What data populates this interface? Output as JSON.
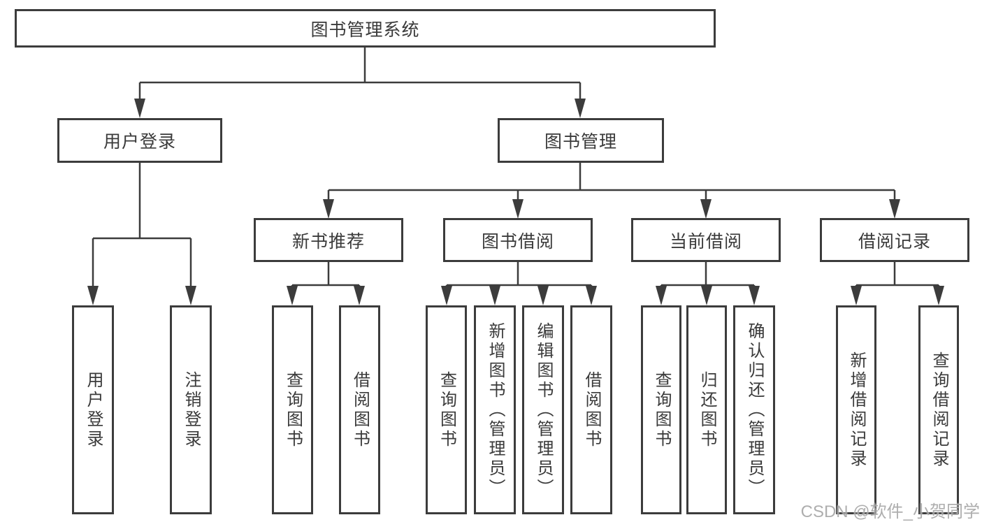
{
  "tree": {
    "label": "图书管理系统",
    "children": [
      {
        "label": "用户登录",
        "children": [
          {
            "label": "用户登录"
          },
          {
            "label": "注销登录"
          }
        ]
      },
      {
        "label": "图书管理",
        "children": [
          {
            "label": "新书推荐",
            "children": [
              {
                "label": "查询图书"
              },
              {
                "label": "借阅图书"
              }
            ]
          },
          {
            "label": "图书借阅",
            "children": [
              {
                "label": "查询图书"
              },
              {
                "label": "新增图书（管理员）"
              },
              {
                "label": "编辑图书（管理员）"
              },
              {
                "label": "借阅图书"
              }
            ]
          },
          {
            "label": "当前借阅",
            "children": [
              {
                "label": "查询图书"
              },
              {
                "label": "归还图书"
              },
              {
                "label": "确认归还（管理员）"
              }
            ]
          },
          {
            "label": "借阅记录",
            "children": [
              {
                "label": "新增借阅记录"
              },
              {
                "label": "查询借阅记录"
              }
            ]
          }
        ]
      }
    ]
  },
  "watermark": {
    "text": "CSDN @软件_小贺同学",
    "color": "#a6a6a6"
  },
  "colors": {
    "line": "#3c3c3c",
    "node_border": "#3c3c3c",
    "node_text": "#3a3a3a",
    "background": "#ffffff"
  }
}
